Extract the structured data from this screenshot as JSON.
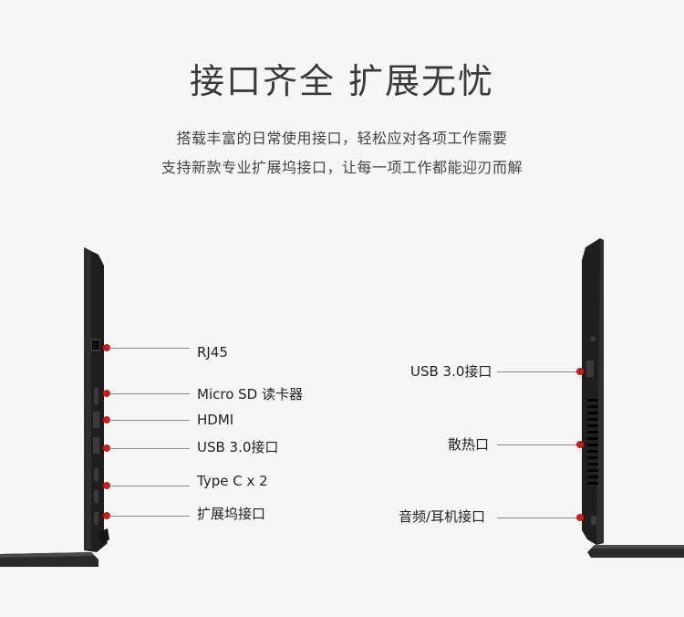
{
  "header": {
    "title": "接口齐全 扩展无忧",
    "subtitle_line1": "搭载丰富的日常使用接口，轻松应对各项工作需要",
    "subtitle_line2": "支持新款专业扩展坞接口，让每一项工作都能迎刃而解"
  },
  "left_side": {
    "ports": [
      {
        "label": "RJ45"
      },
      {
        "label": "Micro SD 读卡器"
      },
      {
        "label": "HDMI"
      },
      {
        "label": "USB 3.0接口"
      },
      {
        "label": "Type C x 2"
      },
      {
        "label": "扩展坞接口"
      }
    ]
  },
  "right_side": {
    "ports": [
      {
        "label": "USB 3.0接口"
      },
      {
        "label": "散热口"
      },
      {
        "label": "音频/耳机接口"
      }
    ]
  },
  "colors": {
    "marker": "#cc1b1b",
    "laptop_body": "#1e1e1e",
    "background": "#f6f6f6"
  }
}
